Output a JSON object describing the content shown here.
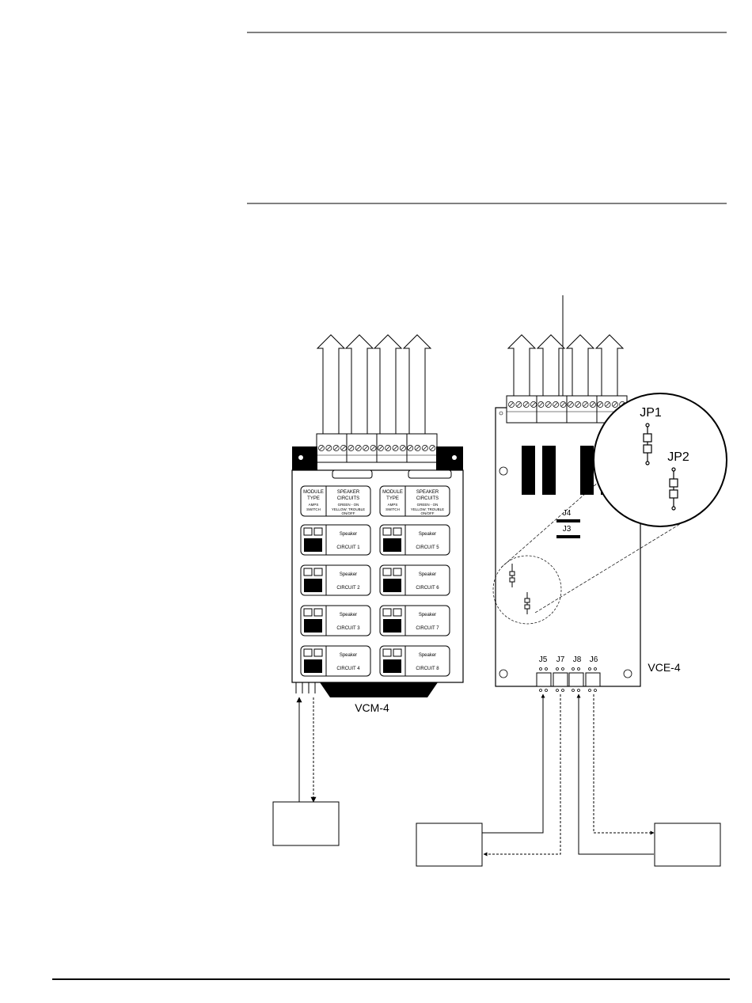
{
  "vcm": {
    "name": "VCM-4",
    "header_left": {
      "line1": "MODULE",
      "line2": "TYPE",
      "line3": "AMPS",
      "line4": "SWITCH"
    },
    "header_right": {
      "line1": "SPEAKER",
      "line2": "CIRCUITS",
      "line3": "GREEN - ON",
      "line4": "YELLOW: TROUBLE",
      "line5": "ON/OFF"
    },
    "circuits": [
      {
        "type": "Speaker",
        "label": "CIRCUIT 1"
      },
      {
        "type": "Speaker",
        "label": "CIRCUIT 2"
      },
      {
        "type": "Speaker",
        "label": "CIRCUIT 3"
      },
      {
        "type": "Speaker",
        "label": "CIRCUIT 4"
      },
      {
        "type": "Speaker",
        "label": "CIRCUIT 5"
      },
      {
        "type": "Speaker",
        "label": "CIRCUIT 6"
      },
      {
        "type": "Speaker",
        "label": "CIRCUIT 7"
      },
      {
        "type": "Speaker",
        "label": "CIRCUIT 8"
      }
    ]
  },
  "vce": {
    "name": "VCE-4",
    "connectors": [
      "J4",
      "J3"
    ],
    "bottom_connectors": [
      "J5",
      "J7",
      "J8",
      "J6"
    ]
  },
  "zoom": {
    "jumpers": [
      "JP1",
      "JP2"
    ]
  }
}
